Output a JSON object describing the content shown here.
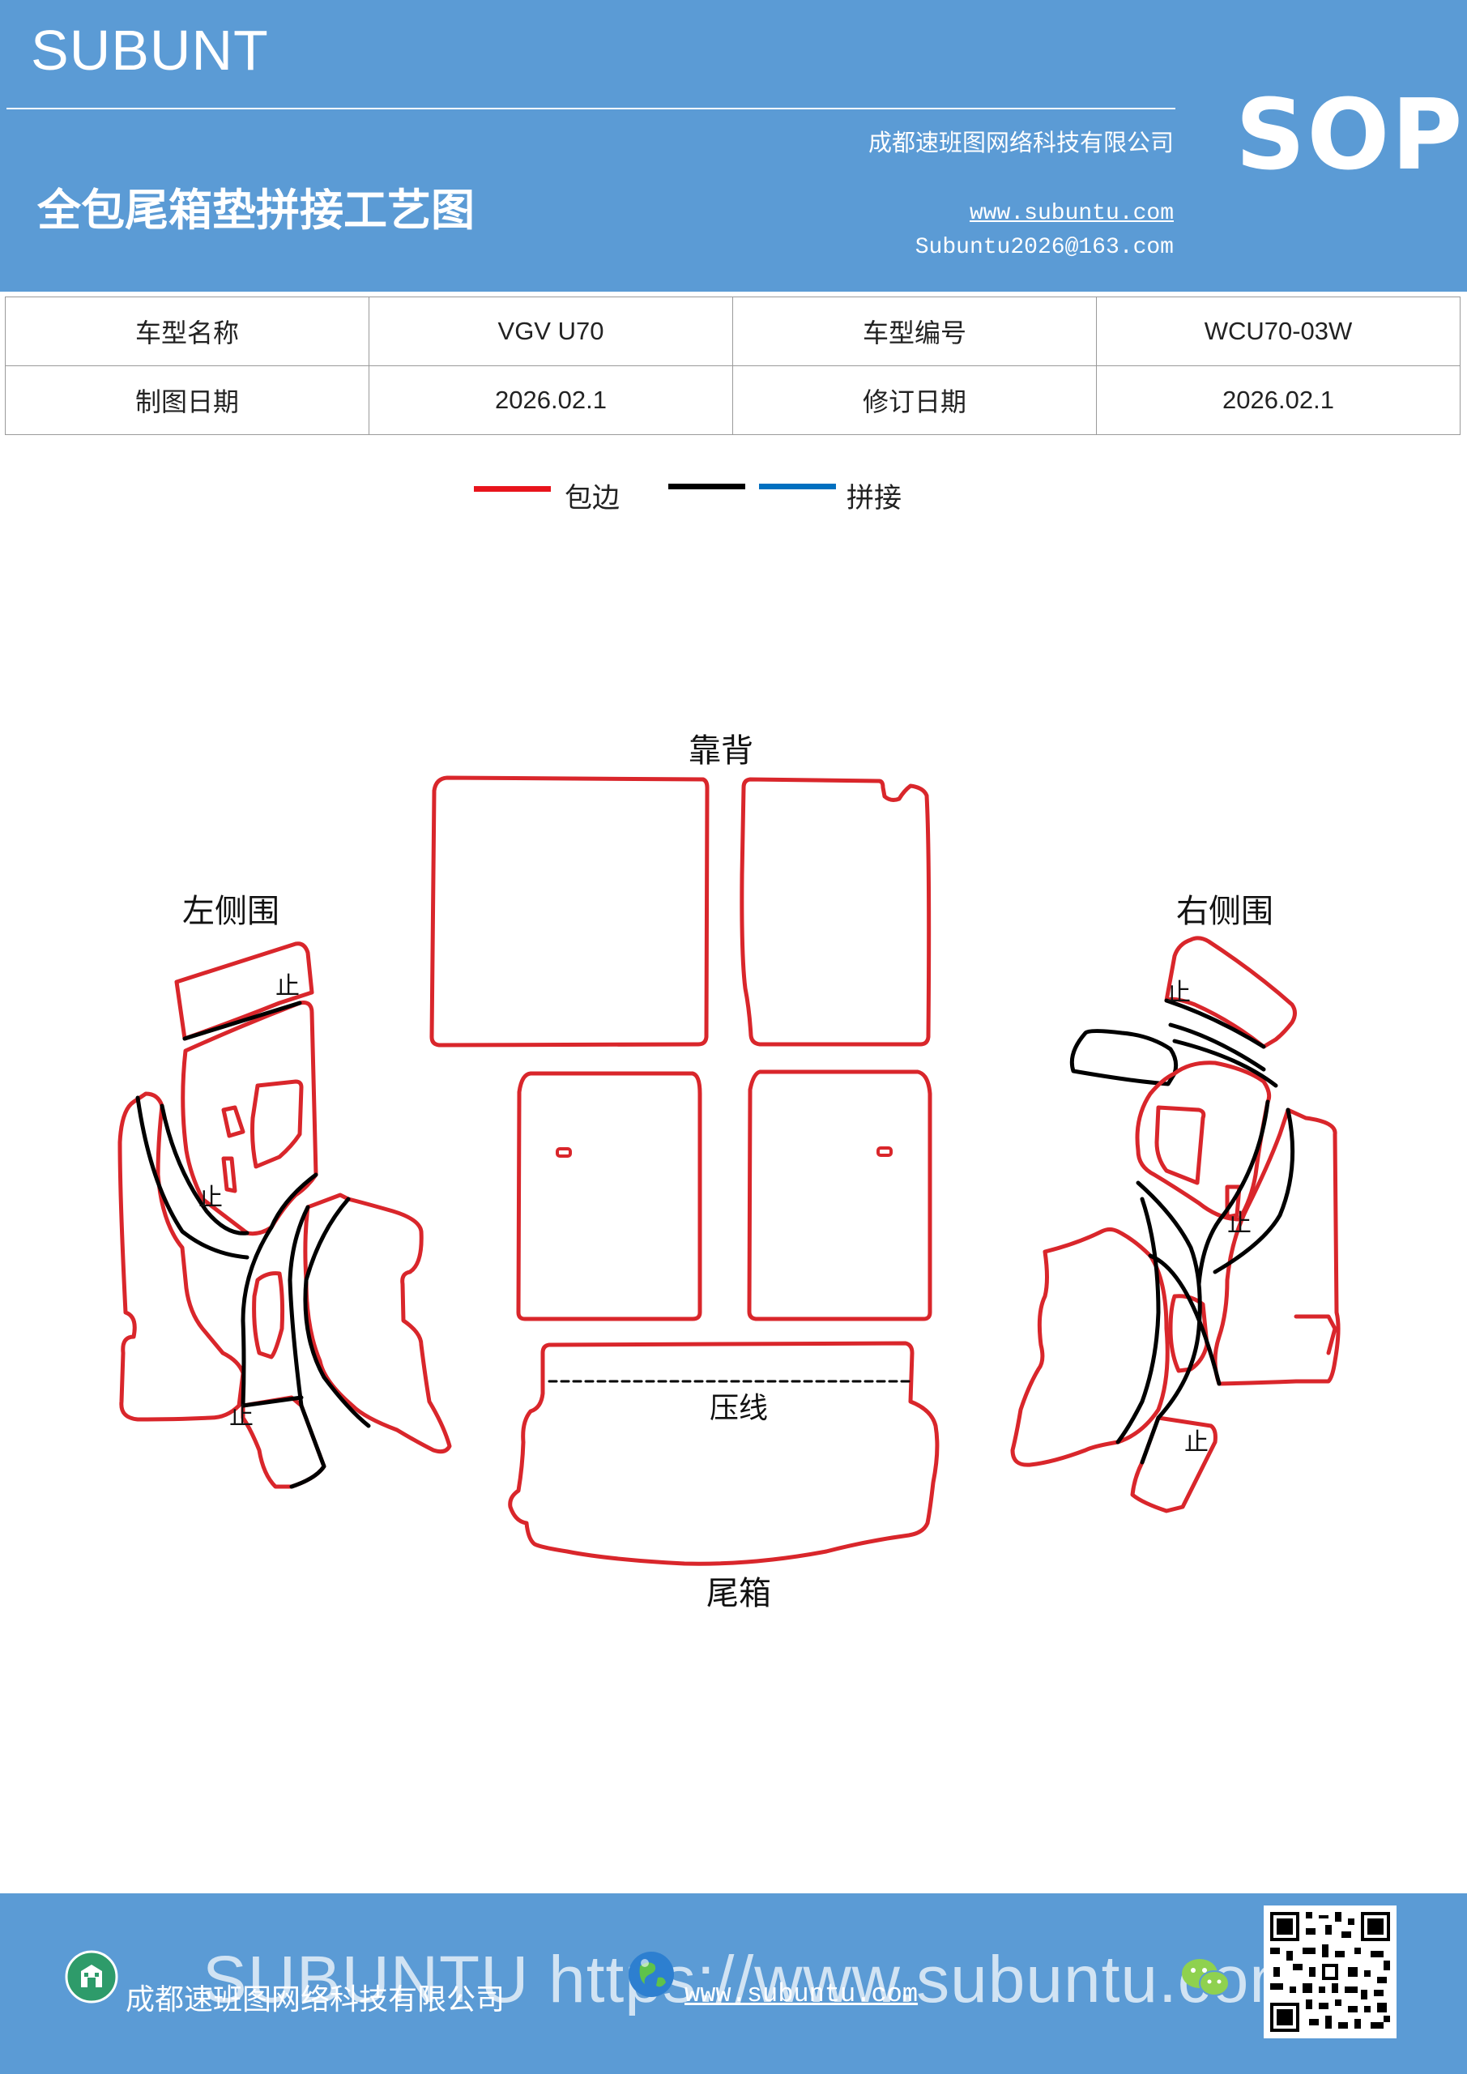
{
  "header": {
    "brand": "SUBUNT",
    "badge": "SOP",
    "title": "全包尾箱垫拼接工艺图",
    "company": "成都速班图网络科技有限公司",
    "website": "www.subuntu.com",
    "email": "Subuntu2026@163.com"
  },
  "info_table": {
    "row1": {
      "label1": "车型名称",
      "value1": "VGV  U70",
      "label2": "车型编号",
      "value2": "WCU70-03W"
    },
    "row2": {
      "label1": "制图日期",
      "value1": "2026.02.1",
      "label2": "修订日期",
      "value2": "2026.02.1"
    }
  },
  "legend": {
    "edge_label": "包边",
    "seam_label": "拼接",
    "colors": {
      "edge": "#e8141c",
      "seam_black": "#000000",
      "seam_blue": "#0070c0"
    }
  },
  "diagram": {
    "label_backrest": "靠背",
    "label_left": "左侧围",
    "label_right": "右侧围",
    "label_crease": "压线",
    "label_trunk": "尾箱",
    "stop_mark": "止"
  },
  "footer": {
    "company": "成都速班图网络科技有限公司",
    "website": "www.subuntu.com",
    "watermark": "SUBUNTU https://www.subuntu.com"
  },
  "icons": [
    "building-icon",
    "globe-icon",
    "wechat-icon",
    "qr-code-icon"
  ]
}
